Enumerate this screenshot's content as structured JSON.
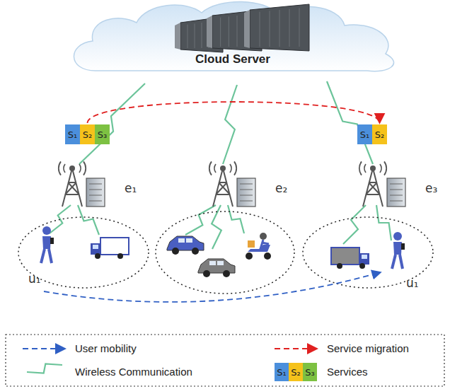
{
  "diagram": {
    "nodes": [
      {
        "text": [
          "Cloud Server"
        ]
      },
      {
        "text": [
          "S₁"
        ]
      },
      {
        "text": [
          "S₂"
        ]
      },
      {
        "text": [
          "S₃"
        ]
      },
      {
        "text": [
          "S₁"
        ]
      },
      {
        "text": [
          "S₂"
        ]
      },
      {
        "text": [
          "S₁"
        ]
      },
      {
        "text": [
          "S₂"
        ]
      },
      {
        "text": [
          "S₃"
        ]
      }
    ],
    "edges": [
      {
        "from": 2,
        "to": 5,
        "arrow": "to"
      }
    ],
    "labels": [
      "e₁",
      "e₂",
      "e₃",
      "u₁",
      "u₁"
    ],
    "legend": [
      {
        "text": "User mobility"
      },
      {
        "text": "Wireless Communication"
      },
      {
        "text": "Service migration"
      },
      {
        "text": "Services"
      }
    ]
  }
}
